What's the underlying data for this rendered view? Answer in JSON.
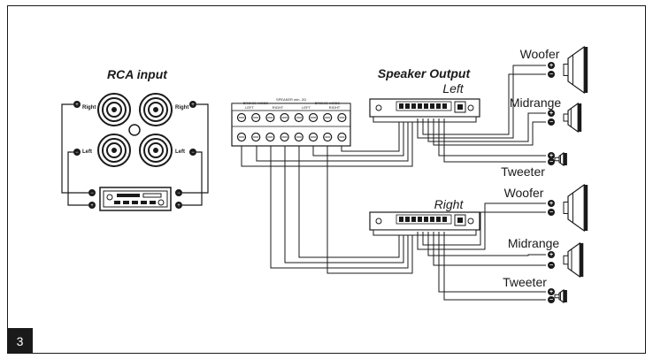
{
  "page_number": "3",
  "rca": {
    "title": "RCA input",
    "labels": {
      "top_left": "Right",
      "top_right": "Right",
      "bottom_left": "Left",
      "bottom_right": "Left"
    },
    "plus": "+",
    "minus": "−"
  },
  "amp": {
    "header": "SPEAKER min. 2Ω",
    "sub_left": "BRIDGE MODE",
    "sub_right": "BRIDGE MODE",
    "ch_labels": [
      "LEFT",
      "RIGHT",
      "LEFT",
      "RIGHT"
    ]
  },
  "output": {
    "title": "Speaker Output",
    "left_label": "Left",
    "right_label": "Right",
    "left_speakers": [
      "Woofer",
      "Midrange",
      "Tweeter"
    ],
    "right_speakers": [
      "Woofer",
      "Midrange",
      "Tweeter"
    ]
  },
  "colors": {
    "line": "#1a1a1a",
    "fill": "#ffffff",
    "badge": "#1a1a1a"
  },
  "icons": [
    "rca-jack-icon",
    "head-unit-icon",
    "amplifier-icon",
    "crossover-icon",
    "woofer-icon",
    "midrange-icon",
    "tweeter-icon"
  ]
}
